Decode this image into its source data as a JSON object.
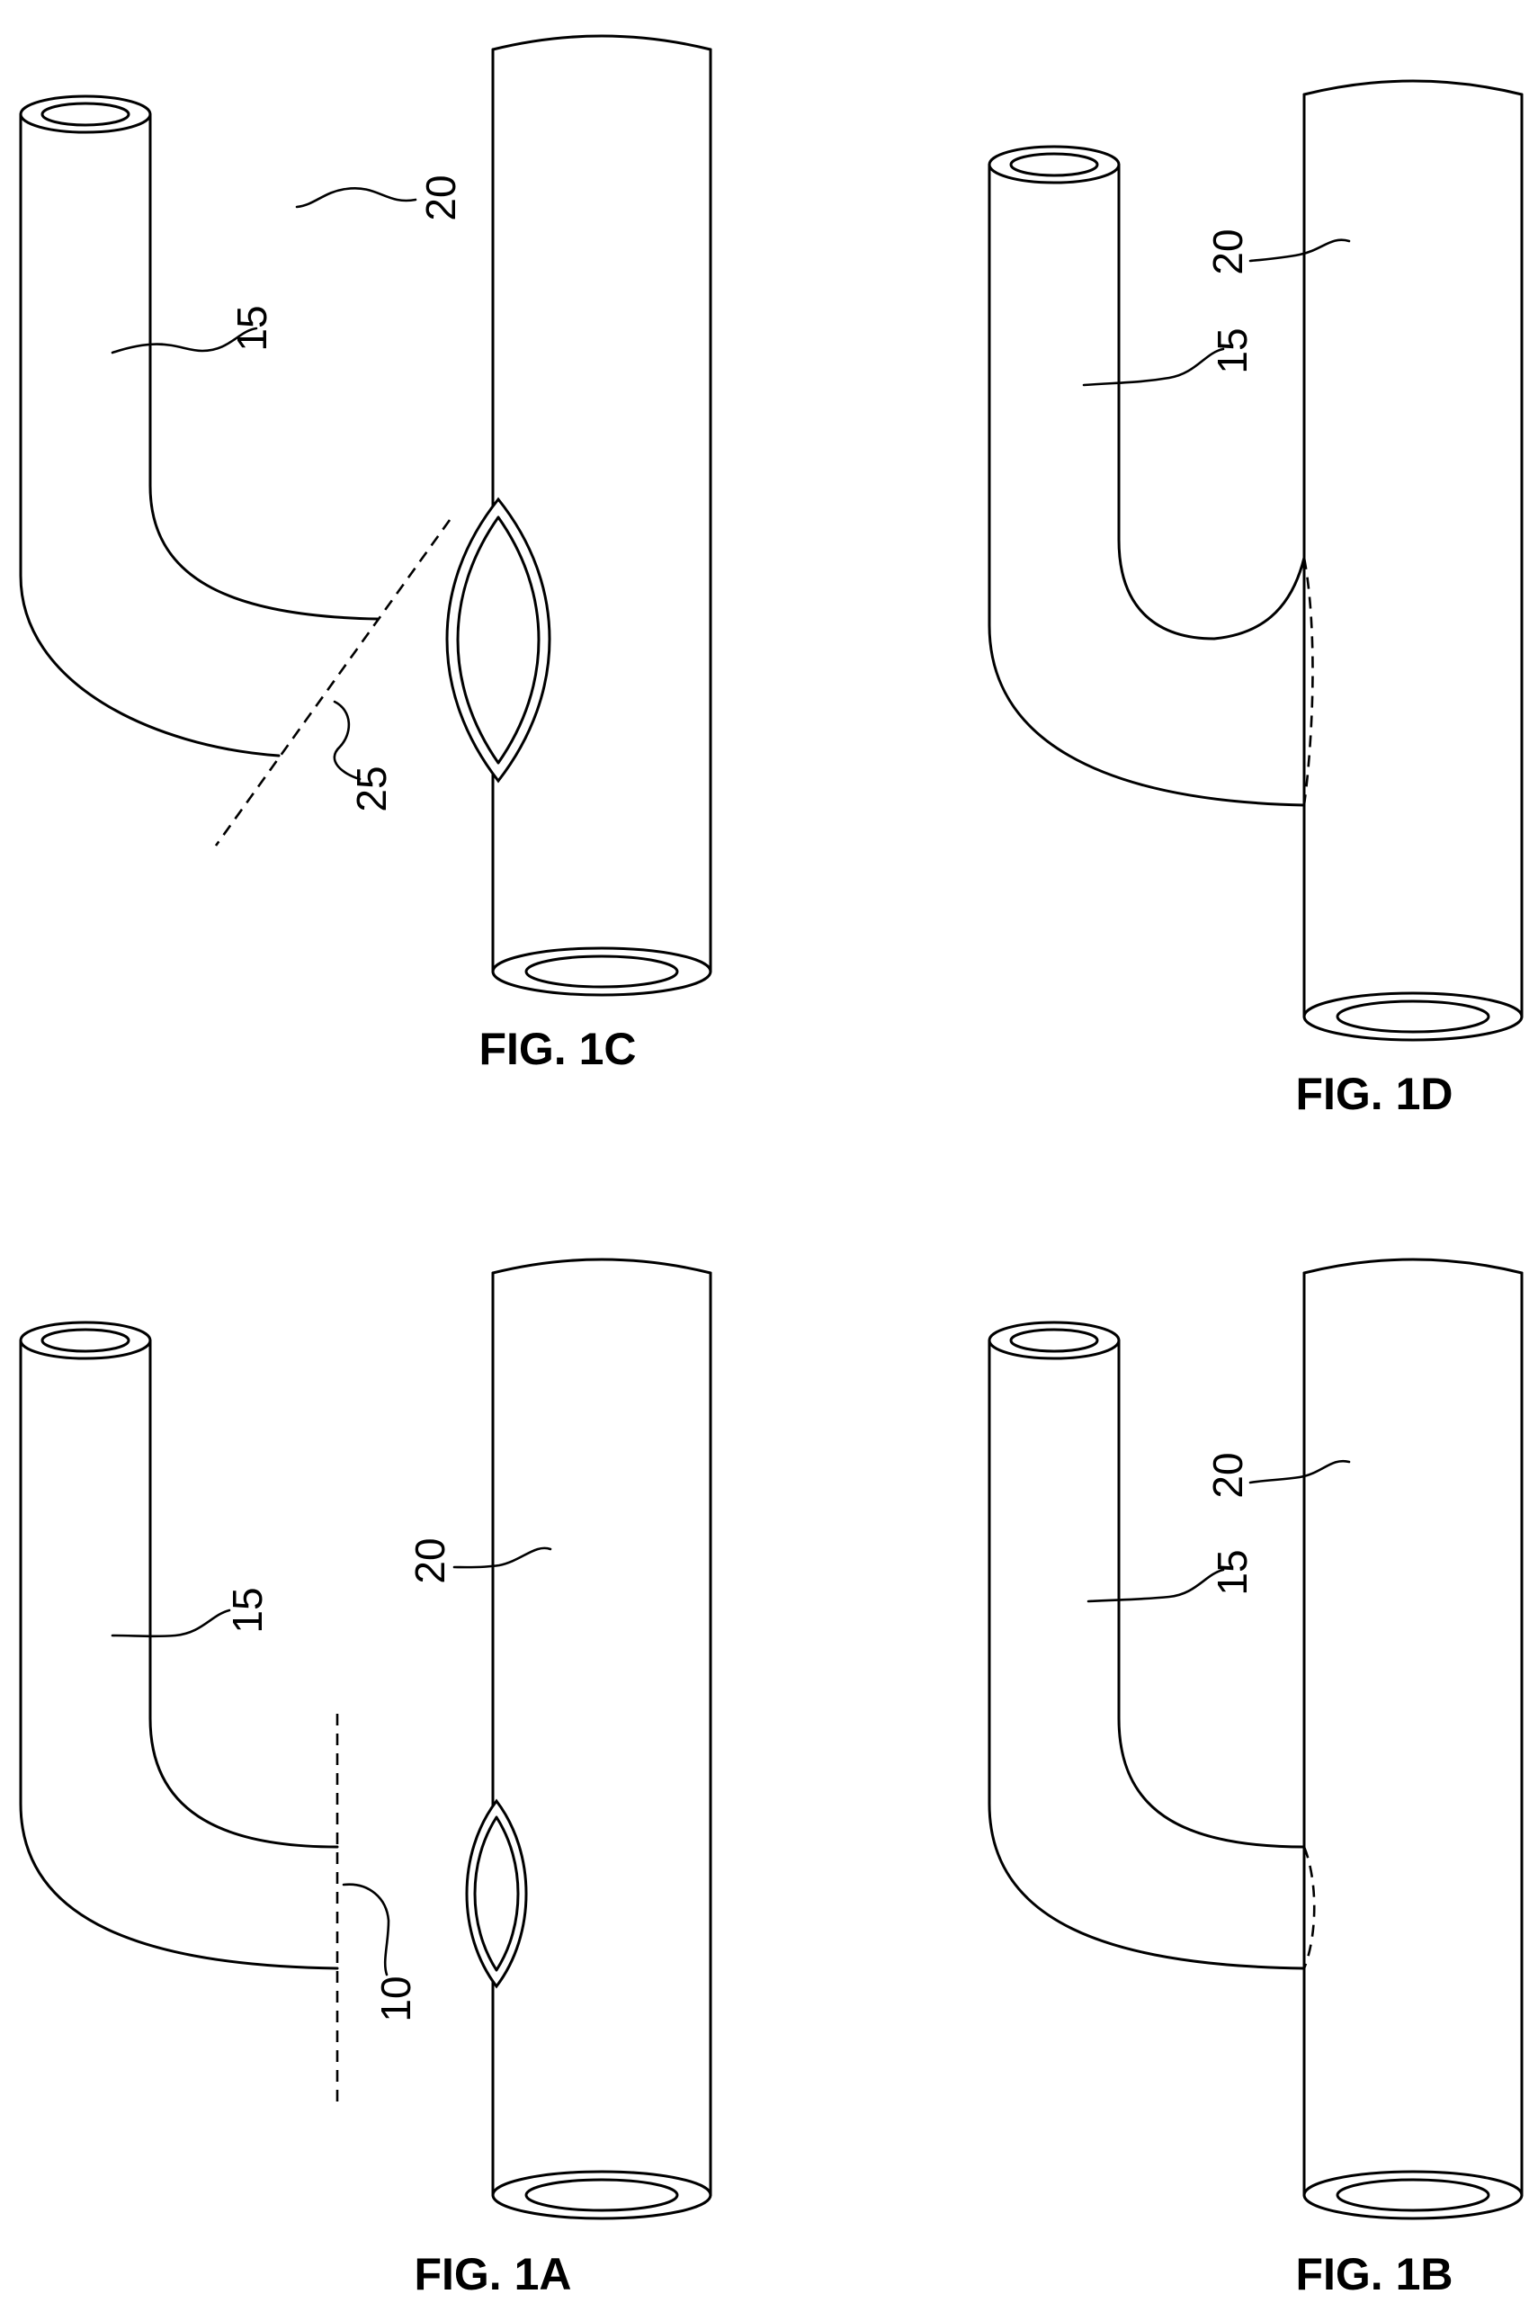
{
  "figures": {
    "fig_1c": {
      "caption": "FIG. 1C",
      "ref_graft": "15",
      "ref_vessel": "20",
      "ref_cut": "25"
    },
    "fig_1d": {
      "caption": "FIG. 1D",
      "ref_graft": "15",
      "ref_vessel": "20"
    },
    "fig_1a": {
      "caption": "FIG. 1A",
      "ref_graft": "15",
      "ref_vessel": "20",
      "ref_cut": "10"
    },
    "fig_1b": {
      "caption": "FIG. 1B",
      "ref_graft": "15",
      "ref_vessel": "20"
    }
  }
}
